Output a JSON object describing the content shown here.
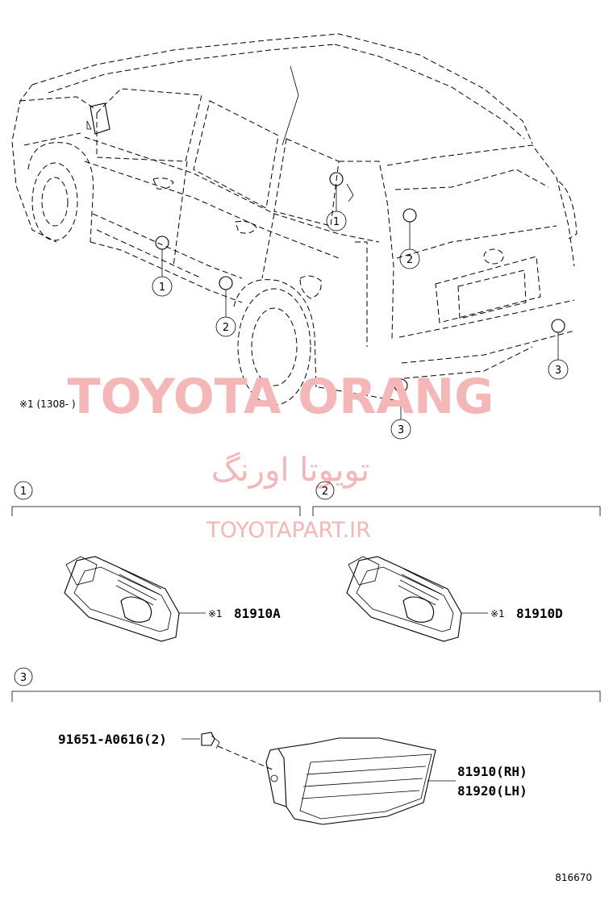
{
  "note": "※1 (1308-      )",
  "watermark": {
    "brand": "TOYOTA ORANG",
    "persian": "تویوتا اورنگ",
    "site": "TOYOTAPART.IR"
  },
  "callouts": [
    "1",
    "2",
    "3"
  ],
  "sections": [
    {
      "id": "1",
      "parts": [
        {
          "ref": "※1",
          "number": "81910A"
        }
      ]
    },
    {
      "id": "2",
      "parts": [
        {
          "ref": "※1",
          "number": "81910D"
        }
      ]
    },
    {
      "id": "3",
      "parts": [
        {
          "number": "91651-A0616(2)"
        },
        {
          "number": "81910(RH)"
        },
        {
          "number": "81920(LH)"
        }
      ]
    }
  ],
  "diagram_id": "816670"
}
